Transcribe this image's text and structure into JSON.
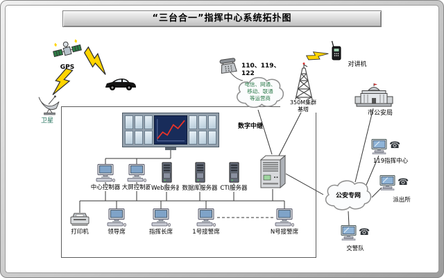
{
  "title": "“三台合一”指挥中心系统拓扑图",
  "icons": {
    "phone_glyph": "☎"
  },
  "colors": {
    "bolt": "#ffd400",
    "chart_line": "#e63329",
    "telecom_text": "#2c7a4a"
  },
  "nodes": {
    "gps": "GPS",
    "satellite": "卫星",
    "emergency_numbers": "110、119、122",
    "telecom_cloud": "电信、网通、\n移动、联通\n等运营商",
    "digital_trunk": "数字中继",
    "radio_tower": "350M集群\n基塔",
    "walkie_talkie": "对讲机",
    "city_police": "市公安局",
    "fire_command_center": "119指挥中心",
    "police_network": "公安专网",
    "police_station": "派出所",
    "traffic_police": "交警队",
    "center_controller": "中心控制器",
    "wall_controller": "大屏控制器",
    "web_server": "Web服务器",
    "db_server": "数据库服务器",
    "cti_server": "CTI服务器",
    "printer": "打印机",
    "leader_seat": "领导席",
    "commander_seat": "指挥长席",
    "seat_1": "1号接警席",
    "seat_n": "N号接警席"
  }
}
